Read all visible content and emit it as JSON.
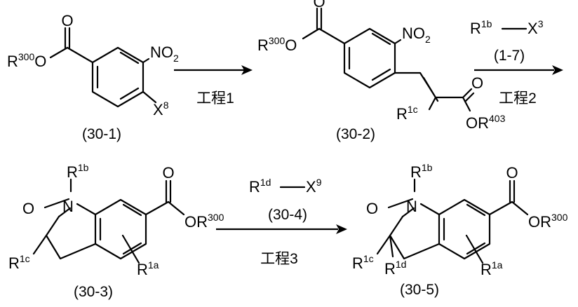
{
  "colors": {
    "ink": "#000000",
    "background": "#ffffff"
  },
  "compounds": {
    "c30_1": {
      "id": "(30-1)",
      "ester_r": "R",
      "ester_r_sup": "300",
      "ester_o": "O",
      "nitro": "NO",
      "nitro_sub": "2",
      "leaving_x": "X",
      "leaving_x_sup": "8"
    },
    "c30_2": {
      "id": "(30-2)",
      "ester_r": "R",
      "ester_r_sup": "300",
      "ester_o": "O",
      "nitro": "NO",
      "nitro_sub": "2",
      "vinyl_r": "R",
      "vinyl_r_sup": "1c",
      "ester2_o": "OR",
      "ester2_sup": "403"
    },
    "c30_3": {
      "id": "(30-3)",
      "n_sub": "R",
      "n_sub_sup": "1b",
      "n_atom": "N",
      "lactam_o": "O",
      "ester_o": "OR",
      "ester_sup": "300",
      "r1c": "R",
      "r1c_sup": "1c",
      "r1a": "R",
      "r1a_sup": "1a"
    },
    "c30_5": {
      "id": "(30-5)",
      "n_sub": "R",
      "n_sub_sup": "1b",
      "n_atom": "N",
      "lactam_o": "O",
      "ester_o": "OR",
      "ester_sup": "300",
      "r1c": "R",
      "r1c_sup": "1c",
      "r1d": "R",
      "r1d_sup": "1d",
      "r1a": "R",
      "r1a_sup": "1a"
    }
  },
  "steps": [
    {
      "label": "工程1"
    },
    {
      "label": "工程2",
      "reagent_r": "R",
      "reagent_r_sup": "1b",
      "reagent_x": "X",
      "reagent_x_sup": "3",
      "reagent_id": "(1-7)"
    },
    {
      "label": "工程3",
      "reagent_r": "R",
      "reagent_r_sup": "1d",
      "reagent_x": "X",
      "reagent_x_sup": "9",
      "reagent_id": "(30-4)"
    }
  ]
}
